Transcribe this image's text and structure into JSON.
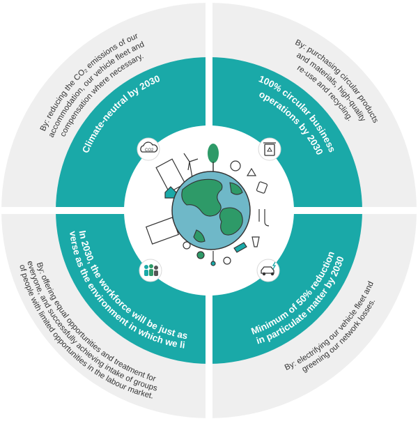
{
  "colors": {
    "outer_ring": "#efefef",
    "teal": "#1aa9a8",
    "teal_dark": "#0f8c8b",
    "center": "#ffffff",
    "text_dark": "#333333",
    "globe_ocean": "#6fb8c8",
    "globe_land": "#2e9a68"
  },
  "quadrants": {
    "top_left": {
      "goal": "Climate-neutral by 2030",
      "by_lines": [
        "By: reducing the CO₂ emissions of our",
        "accommodation, our vehicle fleet and",
        "compensation where necessary."
      ],
      "icon": "co2-cloud-icon"
    },
    "top_right": {
      "goal_lines": [
        "100% circular business",
        "operations by 2030"
      ],
      "by_lines": [
        "By: purchasing circular products",
        "and materials, high-quality",
        "re-use and recycling."
      ],
      "icon": "recycle-bin-icon"
    },
    "bottom_left": {
      "goal_lines": [
        "In 2030, the workforce will be just as",
        "diverse as the environment in which we live"
      ],
      "by_lines": [
        "By: offering equal opportunities and treatment for",
        "everyone, and successfully achieving intake of groups",
        "of people with limited opportunities in the labour market."
      ],
      "icon": "diverse-people-icon"
    },
    "bottom_right": {
      "goal_lines": [
        "Minimum of 50% reduction",
        "in particulate matter by 2030"
      ],
      "by_lines": [
        "By: electrifying our vehicle fleet and",
        "greening our network losses."
      ],
      "icon": "electric-car-icon"
    }
  },
  "center_icon": "earth-globe-icon"
}
